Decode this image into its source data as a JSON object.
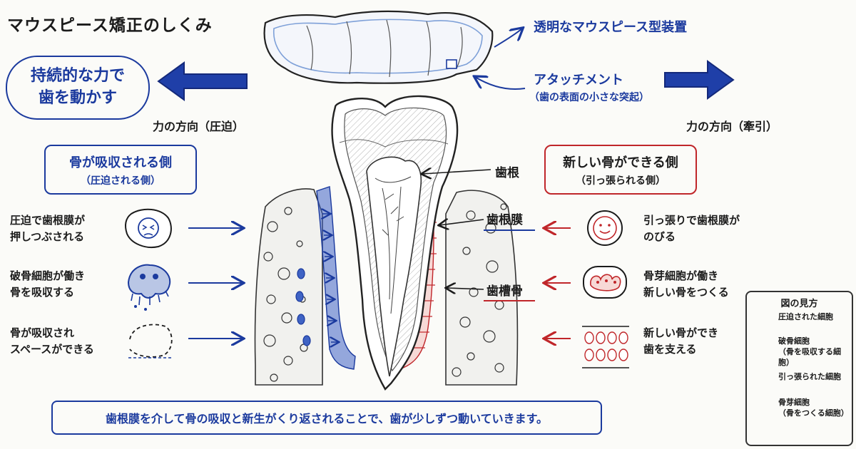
{
  "title": "マウスピース矯正のしくみ",
  "top_labels": {
    "aligner": "透明なマウスピース型装置",
    "attachment": "アタッチメント",
    "attachment_note": "（歯の表面の小さな突起）"
  },
  "bubble": {
    "line1": "持続的な力で",
    "line2": "歯を動かす"
  },
  "force_left": "力の方向（圧迫）",
  "force_right": "力の方向（牽引）",
  "left_box": {
    "main": "骨が吸収される側",
    "sub": "（圧迫される側）"
  },
  "right_box": {
    "main": "新しい骨ができる側",
    "sub": "（引っ張られる側）"
  },
  "left_steps": [
    {
      "line1": "圧迫で歯根膜が",
      "line2": "押しつぶされる"
    },
    {
      "line1": "破骨細胞が働き",
      "line2": "骨を吸収する"
    },
    {
      "line1": "骨が吸収され",
      "line2": "スペースができる"
    }
  ],
  "right_steps": [
    {
      "line1": "引っ張りで歯根膜が",
      "line2": "のびる"
    },
    {
      "line1": "骨芽細胞が働き",
      "line2": "新しい骨をつくる"
    },
    {
      "line1": "新しい骨ができ",
      "line2": "歯を支える"
    }
  ],
  "tooth_labels": {
    "root": "歯根",
    "pdl": "歯根膜",
    "bone": "歯槽骨"
  },
  "bottom_text": "歯根膜を介して骨の吸収と新生がくり返されることで、歯が少しずつ動いていきます。",
  "legend": {
    "title": "図の見方",
    "items": [
      {
        "line1": "圧迫された細胞",
        "line2": ""
      },
      {
        "line1": "破骨細胞",
        "line2": "（骨を吸収する細胞）"
      },
      {
        "line1": "引っ張られた細胞",
        "line2": ""
      },
      {
        "line1": "骨芽細胞",
        "line2": "（骨をつくる細胞）"
      }
    ]
  },
  "colors": {
    "blue": "#1b3a9e",
    "red": "#c0262a",
    "ink": "#1b1b1b"
  }
}
